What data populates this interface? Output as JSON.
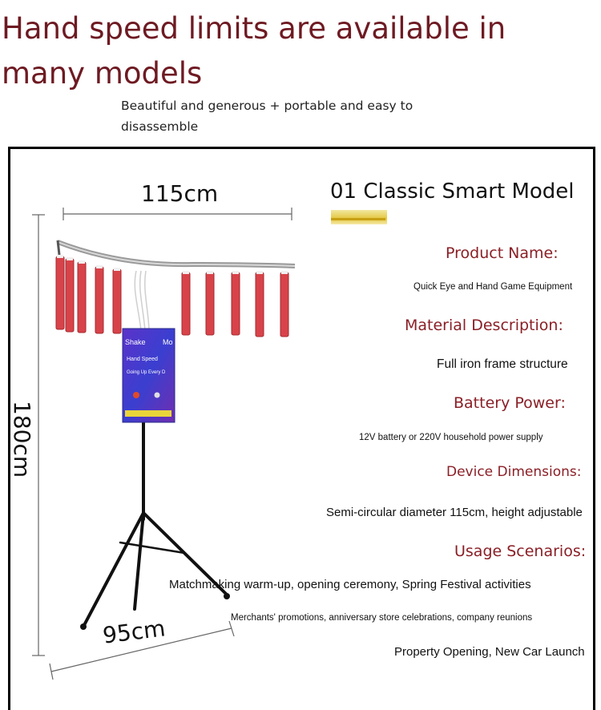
{
  "header": {
    "title": "Hand speed limits are available in many models",
    "subtitle": "Beautiful and generous + portable and easy to disassemble"
  },
  "dimensions": {
    "width_label": "115cm",
    "height_label": "180cm",
    "base_label": "95cm"
  },
  "product": {
    "model_title": "01 Classic Smart Model",
    "device_panel": {
      "line1": "Shake",
      "line1b": "Mo",
      "line2": "Hand Speed",
      "line3": "Going Up Every D"
    },
    "specs": [
      {
        "heading": "Product Name:",
        "value": "Quick Eye and Hand Game Equipment"
      },
      {
        "heading": "Material Description:",
        "value": "Full iron frame structure"
      },
      {
        "heading": "Battery Power:",
        "value": "12V battery or 220V household power supply"
      },
      {
        "heading": "Device Dimensions:",
        "value": "Semi-circular diameter 115cm, height adjustable"
      },
      {
        "heading": "Usage Scenarios:",
        "values": [
          "Matchmaking warm-up, opening ceremony, Spring Festival activities",
          "Merchants' promotions, anniversary store celebrations, company reunions",
          "Property Opening, New Car Launch"
        ]
      }
    ]
  },
  "colors": {
    "headline": "#6e1a22",
    "spec_heading": "#8a1f26",
    "stick_red": "#d8434a",
    "panel_blue": "#3a3fd0",
    "frame_black": "#000000"
  }
}
